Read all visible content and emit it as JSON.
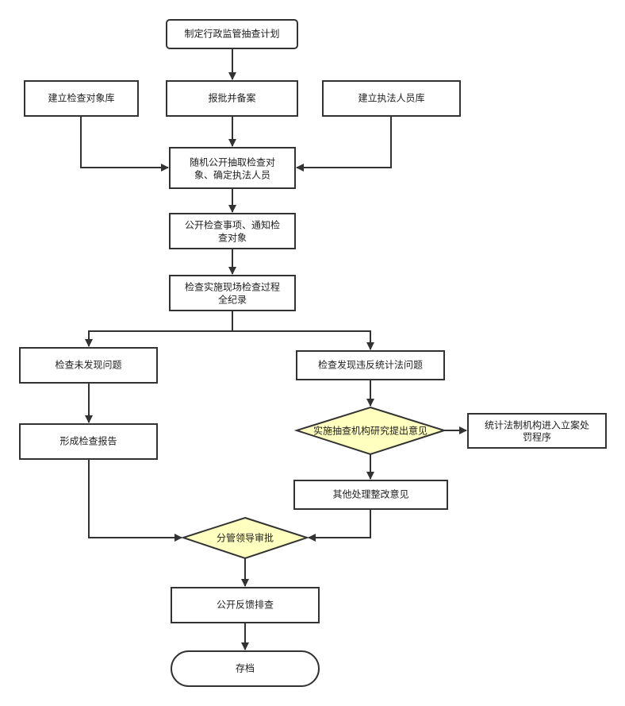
{
  "flow": {
    "plan": "制定行政监管抽查计划",
    "approve_file": "报批并备案",
    "obj_db": "建立检查对象库",
    "staff_db": "建立执法人员库",
    "random_select": [
      "随机公开抽取检查对",
      "象、确定执法人员"
    ],
    "publish_items": [
      "公开检查事项、通知检",
      "查对象"
    ],
    "inspect": [
      "检查实施现场检查过程",
      "全纪录"
    ],
    "no_issue": "检查未发现问题",
    "issue_found": "检查发现违反统计法问题",
    "report": "形成检查报告",
    "research": "实施抽查机构研究提出意见",
    "legal_case": [
      "统计法制机构进入立案处",
      "罚程序"
    ],
    "rectify": "其他处理整改意见",
    "leader_approve": "分管领导审批",
    "feedback": "公开反馈排查",
    "archive": "存档"
  }
}
